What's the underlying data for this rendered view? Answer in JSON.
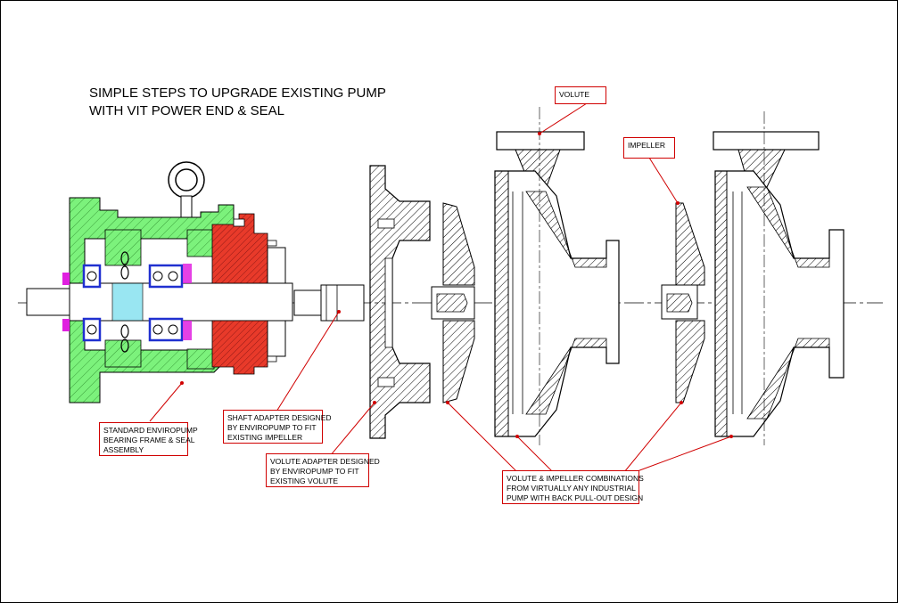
{
  "title": {
    "line1": "SIMPLE STEPS TO UPGRADE EXISTING PUMP",
    "line2": "WITH VIT POWER END & SEAL"
  },
  "callouts": {
    "volute": {
      "lines": [
        "VOLUTE"
      ]
    },
    "impeller": {
      "lines": [
        "IMPELLER"
      ]
    },
    "bearing_frame": {
      "lines": [
        "STANDARD ENVIROPUMP",
        "BEARING FRAME & SEAL",
        "ASSEMBLY"
      ]
    },
    "shaft_adapter": {
      "lines": [
        "SHAFT ADAPTER DESIGNED",
        "BY ENVIROPUMP TO FIT",
        "EXISTING IMPELLER"
      ]
    },
    "volute_adapter": {
      "lines": [
        "VOLUTE ADAPTER DESIGNED",
        "BY ENVIROPUMP TO FIT",
        "EXISTING VOLUTE"
      ]
    },
    "combinations": {
      "lines": [
        "VOLUTE & IMPELLER COMBINATIONS",
        "FROM VIRTUALLY ANY INDUSTRIAL",
        "PUMP WITH BACK PULL-OUT DESIGN"
      ]
    }
  },
  "colors": {
    "frame_green": "#7cf27c",
    "seal_red": "#e83a2a",
    "bearing_blue": "#2030d0",
    "magenta": "#e020e0",
    "cyan": "#80e0f0",
    "leader_red": "#d00000",
    "line_black": "#000000"
  }
}
